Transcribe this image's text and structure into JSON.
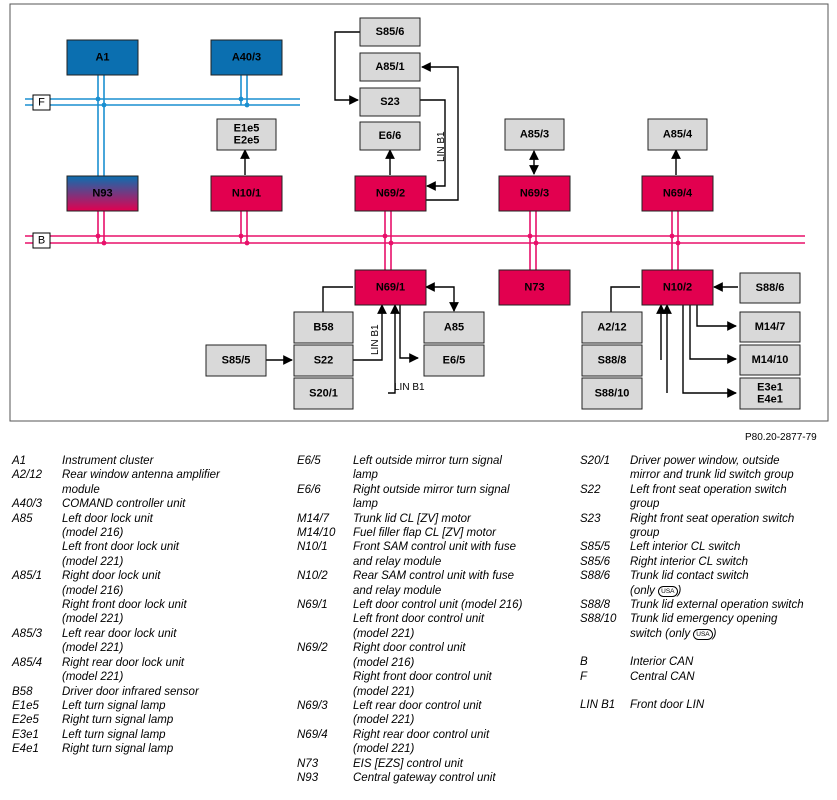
{
  "diagram": {
    "buses": [
      {
        "tag": "F",
        "name": "central-can"
      },
      {
        "tag": "B",
        "name": "interior-can"
      }
    ],
    "lin_labels": [
      "LIN B1",
      "LIN B1",
      "LIN B1"
    ],
    "colors": {
      "blue": "#0b6fb0",
      "magenta": "#e2004f",
      "grey": "#d9d9d9",
      "bus_blue": "#1a8fd0",
      "bus_pink": "#e8106a"
    },
    "boxes": [
      {
        "id": "A1",
        "label": "A1",
        "style": "blue"
      },
      {
        "id": "A40-3",
        "label": "A40/3",
        "style": "blue"
      },
      {
        "id": "E1e5",
        "label": "E1e5\nE2e5",
        "style": "grey"
      },
      {
        "id": "S85-6",
        "label": "S85/6",
        "style": "grey"
      },
      {
        "id": "A85-1",
        "label": "A85/1",
        "style": "grey"
      },
      {
        "id": "S23",
        "label": "S23",
        "style": "grey"
      },
      {
        "id": "E6-6",
        "label": "E6/6",
        "style": "grey"
      },
      {
        "id": "A85-3",
        "label": "A85/3",
        "style": "grey"
      },
      {
        "id": "A85-4",
        "label": "A85/4",
        "style": "grey"
      },
      {
        "id": "N93",
        "label": "N93",
        "style": "gradient"
      },
      {
        "id": "N10-1",
        "label": "N10/1",
        "style": "magenta"
      },
      {
        "id": "N69-2",
        "label": "N69/2",
        "style": "magenta"
      },
      {
        "id": "N69-3",
        "label": "N69/3",
        "style": "magenta"
      },
      {
        "id": "N69-4",
        "label": "N69/4",
        "style": "magenta"
      },
      {
        "id": "N69-1",
        "label": "N69/1",
        "style": "magenta"
      },
      {
        "id": "N73",
        "label": "N73",
        "style": "magenta"
      },
      {
        "id": "N10-2",
        "label": "N10/2",
        "style": "magenta"
      },
      {
        "id": "S88-6",
        "label": "S88/6",
        "style": "grey"
      },
      {
        "id": "B58",
        "label": "B58",
        "style": "grey"
      },
      {
        "id": "A85",
        "label": "A85",
        "style": "grey"
      },
      {
        "id": "S85-5",
        "label": "S85/5",
        "style": "grey"
      },
      {
        "id": "S22",
        "label": "S22",
        "style": "grey"
      },
      {
        "id": "E6-5",
        "label": "E6/5",
        "style": "grey"
      },
      {
        "id": "S20-1",
        "label": "S20/1",
        "style": "grey"
      },
      {
        "id": "A2-12",
        "label": "A2/12",
        "style": "grey"
      },
      {
        "id": "M14-7",
        "label": "M14/7",
        "style": "grey"
      },
      {
        "id": "S88-8",
        "label": "S88/8",
        "style": "grey"
      },
      {
        "id": "M14-10",
        "label": "M14/10",
        "style": "grey"
      },
      {
        "id": "S88-10",
        "label": "S88/10",
        "style": "grey"
      },
      {
        "id": "E3e1",
        "label": "E3e1\nE4e1",
        "style": "grey"
      }
    ]
  },
  "reference": "P80.20-2877-79",
  "legend": [
    [
      {
        "code": "A1",
        "text": "Instrument cluster"
      },
      {
        "code": "A2/12",
        "text": "Rear window antenna amplifier\nmodule"
      },
      {
        "code": "A40/3",
        "text": "COMAND controller unit"
      },
      {
        "code": "A85",
        "text": "Left door lock unit\n(model 216)\nLeft front door lock unit\n(model 221)"
      },
      {
        "code": "A85/1",
        "text": "Right door lock unit\n(model 216)\nRight front door lock unit\n(model 221)"
      },
      {
        "code": "A85/3",
        "text": "Left rear door lock unit\n(model 221)"
      },
      {
        "code": "A85/4",
        "text": "Right rear door lock unit\n(model 221)"
      },
      {
        "code": "B58",
        "text": "Driver door infrared sensor"
      },
      {
        "code": "E1e5",
        "text": "Left turn signal lamp"
      },
      {
        "code": "E2e5",
        "text": "Right turn signal lamp"
      },
      {
        "code": "E3e1",
        "text": "Left turn signal lamp"
      },
      {
        "code": "E4e1",
        "text": "Right turn signal lamp"
      }
    ],
    [
      {
        "code": "E6/5",
        "text": "Left outside mirror turn signal\nlamp"
      },
      {
        "code": "E6/6",
        "text": "Right outside mirror turn signal\nlamp"
      },
      {
        "code": "M14/7",
        "text": "Trunk lid CL [ZV] motor"
      },
      {
        "code": "M14/10",
        "text": "Fuel filler flap CL [ZV] motor"
      },
      {
        "code": "N10/1",
        "text": "Front SAM control unit with fuse\nand relay module"
      },
      {
        "code": "N10/2",
        "text": "Rear SAM control unit with fuse\nand relay module"
      },
      {
        "code": "N69/1",
        "text": "Left door control unit (model 216)\nLeft front door control unit\n(model 221)"
      },
      {
        "code": "N69/2",
        "text": "Right door control unit\n(model 216)\nRight front door control unit\n(model 221)"
      },
      {
        "code": "N69/3",
        "text": "Left rear door control unit\n(model 221)"
      },
      {
        "code": "N69/4",
        "text": "Right rear door control unit\n(model 221)"
      },
      {
        "code": "N73",
        "text": "EIS [EZS] control unit"
      },
      {
        "code": "N93",
        "text": "Central gateway control unit"
      }
    ],
    [
      {
        "code": "S20/1",
        "text": "Driver power window, outside\nmirror and trunk lid switch group"
      },
      {
        "code": "S22",
        "text": "Left front seat operation switch\ngroup"
      },
      {
        "code": "S23",
        "text": "Right front seat operation switch\ngroup"
      },
      {
        "code": "S85/5",
        "text": "Left interior CL switch"
      },
      {
        "code": "S85/6",
        "text": "Right interior CL switch"
      },
      {
        "code": "S88/6",
        "text": "Trunk lid contact switch\n(only ",
        "badge": "USA",
        "after": ")"
      },
      {
        "code": "S88/8",
        "text": "Trunk lid external operation switch"
      },
      {
        "code": "S88/10",
        "text": "Trunk lid emergency opening\nswitch (only ",
        "badge": "USA",
        "after": ")"
      },
      {
        "code": "B",
        "text": "Interior CAN",
        "gap": true
      },
      {
        "code": "F",
        "text": "Central CAN"
      },
      {
        "code": "LIN B1",
        "text": "Front door LIN",
        "gap": true
      }
    ]
  ]
}
